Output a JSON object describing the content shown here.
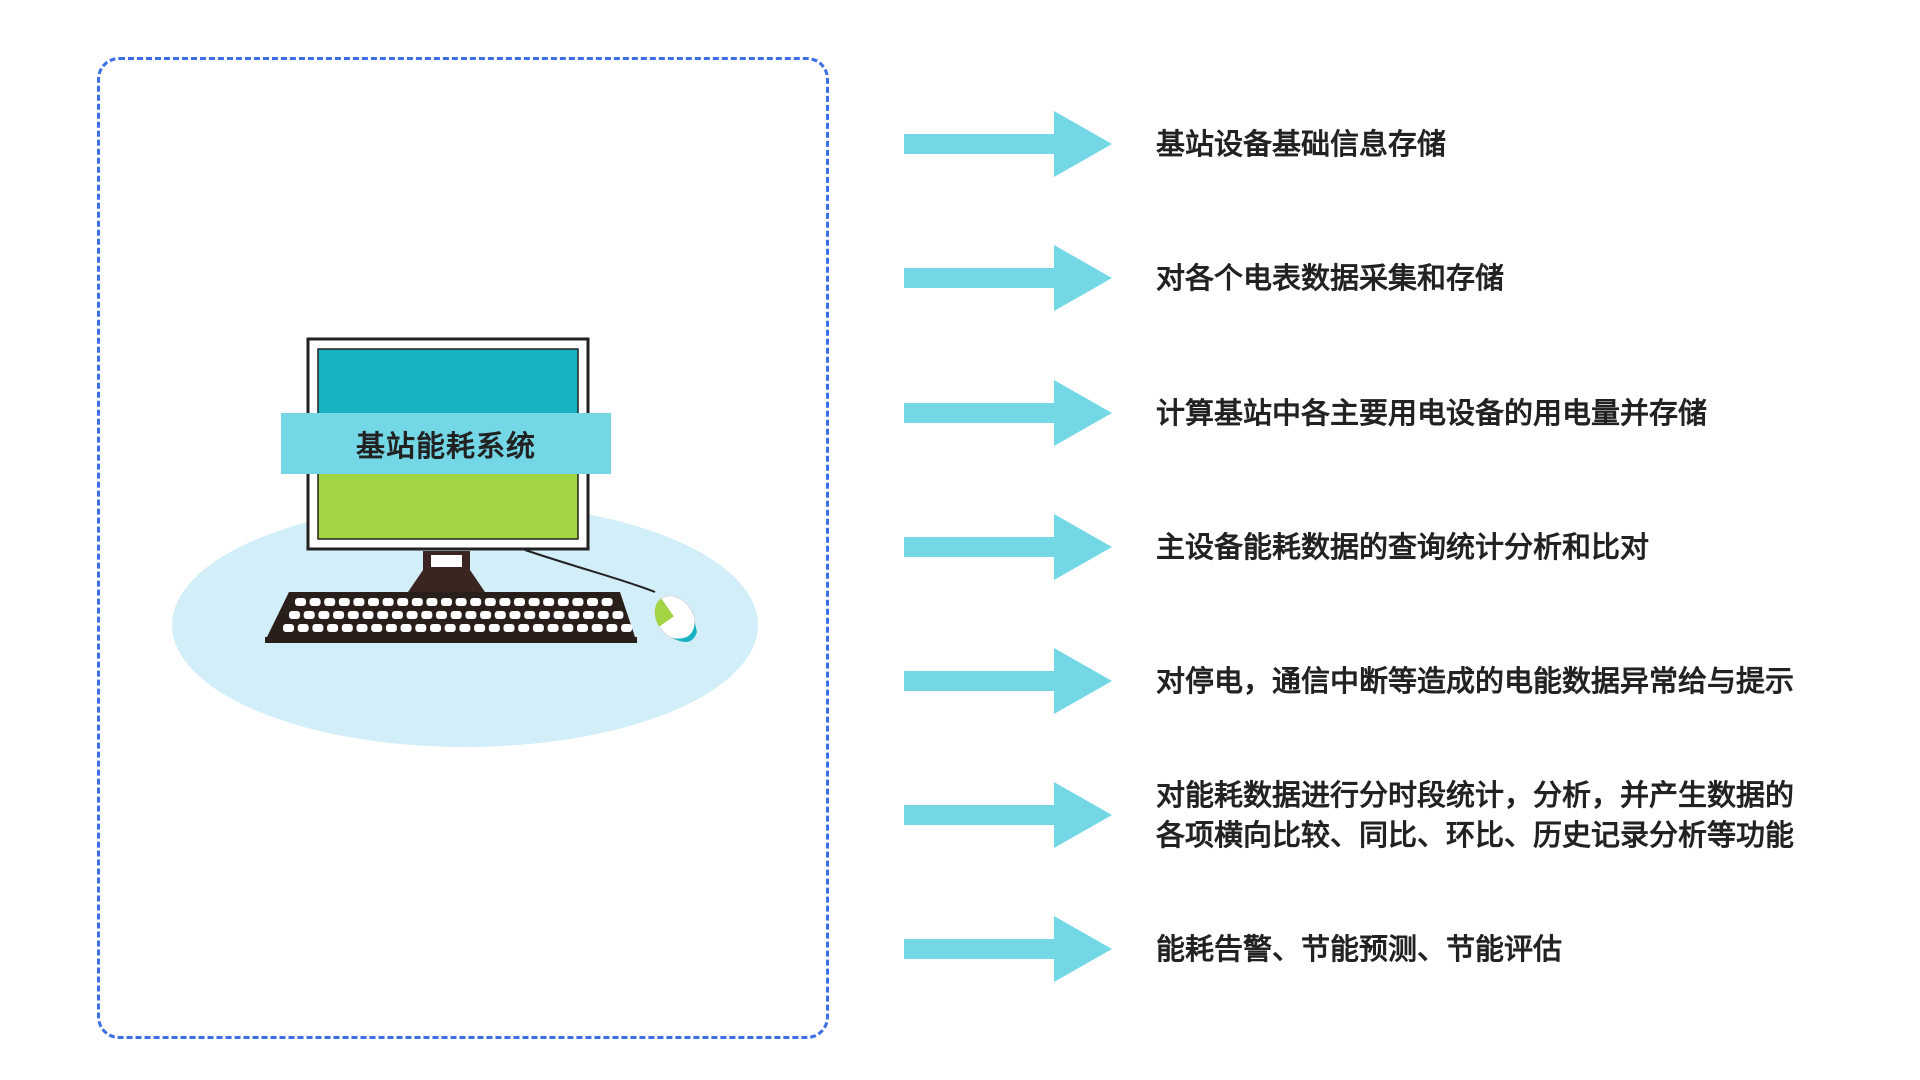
{
  "system": {
    "label": "基站能耗系统"
  },
  "colors": {
    "border": "#3b6fe8",
    "arrow": "#74d7e6",
    "label_bg": "#74d7e6",
    "screen_top": "#17b1c1",
    "screen_bottom": "#a3d444",
    "desk_ellipse": "#d2eef8"
  },
  "features": [
    {
      "text": "基站设备基础信息存储"
    },
    {
      "text": "对各个电表数据采集和存储"
    },
    {
      "text": "计算基站中各主要用电设备的用电量并存储"
    },
    {
      "text": "主设备能耗数据的查询统计分析和比对"
    },
    {
      "text": "对停电，通信中断等造成的电能数据异常给与提示"
    },
    {
      "text": "对能耗数据进行分时段统计，分析，并产生数据的\n各项横向比较、同比、环比、历史记录分析等功能"
    },
    {
      "text": "能耗告警、节能预测、节能评估"
    }
  ]
}
